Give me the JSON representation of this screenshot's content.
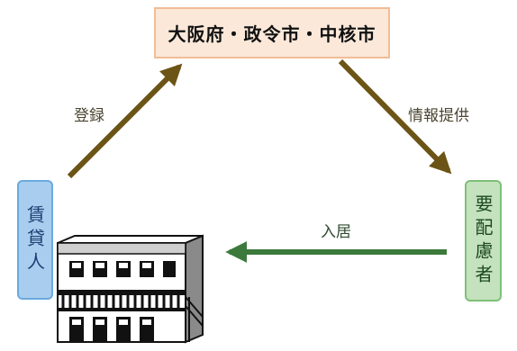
{
  "top_box": {
    "label": "大阪府・政令市・中核市"
  },
  "left_box": {
    "label": "賃貸人"
  },
  "right_box": {
    "label": "要配慮者"
  },
  "arrows": {
    "register_label": "登録",
    "info_label": "情報提供",
    "move_in_label": "入居"
  },
  "colors": {
    "top_fill": "#fbe8d9",
    "top_border": "#f0bd96",
    "landlord_fill": "#a9cdee",
    "care_fill": "#c4e2bd",
    "brown_arrow": "#6b5415",
    "green_arrow": "#3b7a3b"
  },
  "icons": [
    "apartment-building-icon"
  ]
}
